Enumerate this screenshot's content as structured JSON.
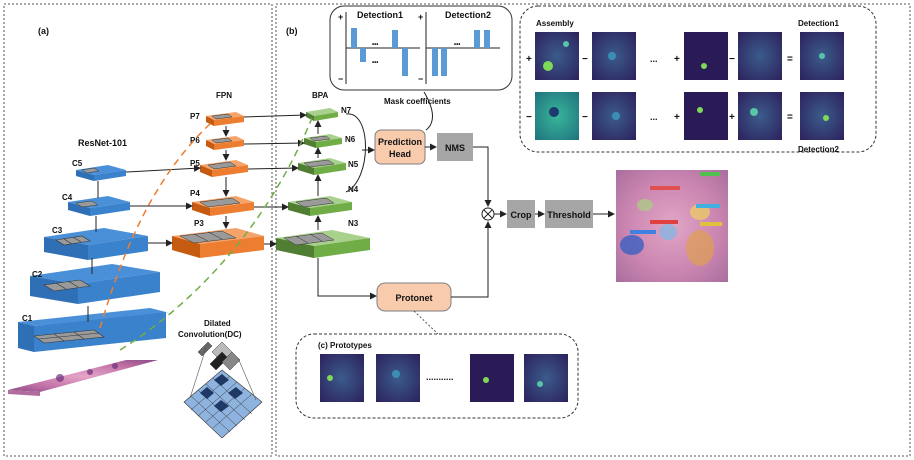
{
  "panels": {
    "a": "(a)",
    "b": "(b)",
    "c": "(c) Prototypes"
  },
  "backbone": {
    "title": "ResNet-101",
    "levels": [
      "C1",
      "C2",
      "C3",
      "C4",
      "C5"
    ]
  },
  "fpn": {
    "title": "FPN",
    "levels": [
      "P3",
      "P4",
      "P5",
      "P6",
      "P7"
    ]
  },
  "bpa": {
    "title": "BPA",
    "levels": [
      "N3",
      "N4",
      "N5",
      "N6",
      "N7"
    ]
  },
  "dilated": {
    "label_line1": "Dilated",
    "label_line2": "Convolution(DC)"
  },
  "blocks": {
    "prediction_head_line1": "Prediction",
    "prediction_head_line2": "Head",
    "nms": "NMS",
    "crop": "Crop",
    "threshold": "Threshold",
    "protonet": "Protonet"
  },
  "mask_coefficients": {
    "caption": "Mask coefficients",
    "detection1": "Detection1",
    "detection2": "Detection2",
    "plus": "+",
    "minus": "−",
    "ellipsis": "•••"
  },
  "assembly": {
    "title": "Assembly",
    "detection1": "Detection1",
    "detection2": "Detection2",
    "row1_ops": [
      "+",
      "−",
      "...",
      "+",
      "−",
      "="
    ],
    "row2_ops": [
      "−",
      "−",
      "...",
      "+",
      "+",
      "="
    ]
  },
  "prototypes": {
    "ellipsis": "..........."
  },
  "colors": {
    "backbone_blue": "#4a90d9",
    "fpn_orange": "#ed7d31",
    "bpa_green": "#70ad47",
    "block_peach": "#f8cbad",
    "block_gray": "#a6a6a6",
    "proto_purple": "#2d1b5e"
  }
}
